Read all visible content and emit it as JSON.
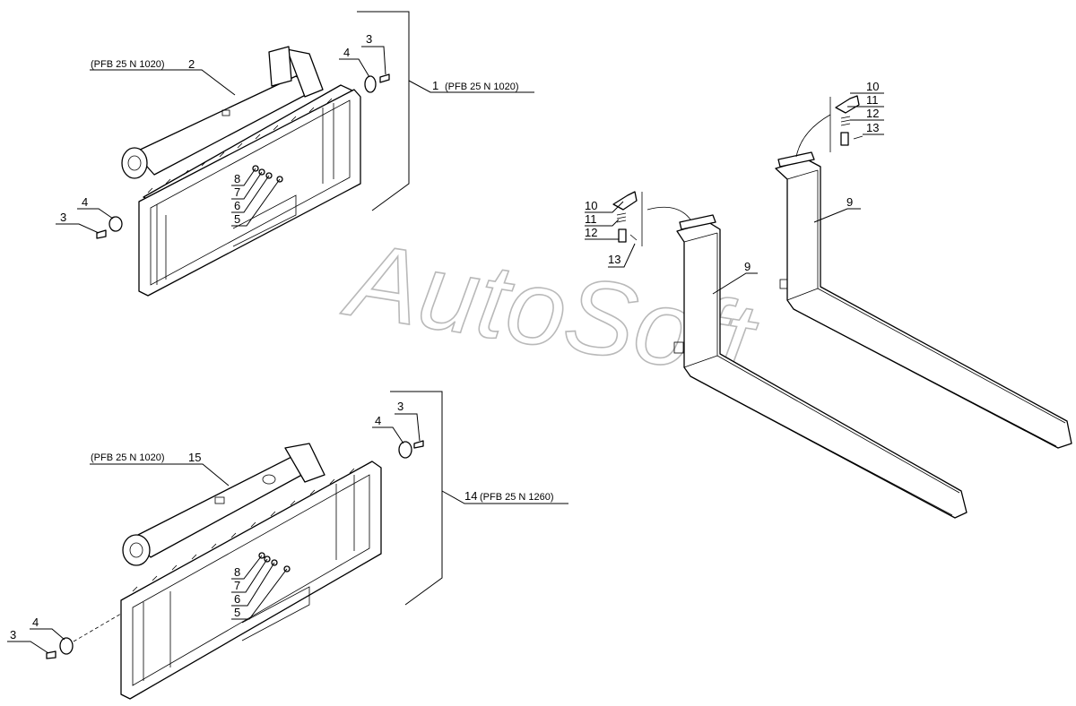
{
  "watermark": "AutoSoft",
  "labels": {
    "a1": "1",
    "a1_ref": "(PFB 25 N 1020)",
    "a2": "2",
    "a2_ref": "(PFB 25 N 1020)",
    "a3_top": "3",
    "a4_top": "4",
    "a3_left": "3",
    "a4_left": "4",
    "a8": "8",
    "a7": "7",
    "a6": "6",
    "a5": "5",
    "b14": "14",
    "b14_ref": "(PFB 25 N 1260)",
    "b15": "15",
    "b15_ref": "(PFB 25 N 1020)",
    "b3_top": "3",
    "b4_top": "4",
    "b3_left": "3",
    "b4_left": "4",
    "b8": "8",
    "b7": "7",
    "b6": "6",
    "b5": "5",
    "f9_front": "9",
    "f9_back": "9",
    "k10_a": "10",
    "k11_a": "11",
    "k12_a": "12",
    "k13_a": "13",
    "k10_b": "10",
    "k11_b": "11",
    "k12_b": "12",
    "k13_b": "13"
  }
}
